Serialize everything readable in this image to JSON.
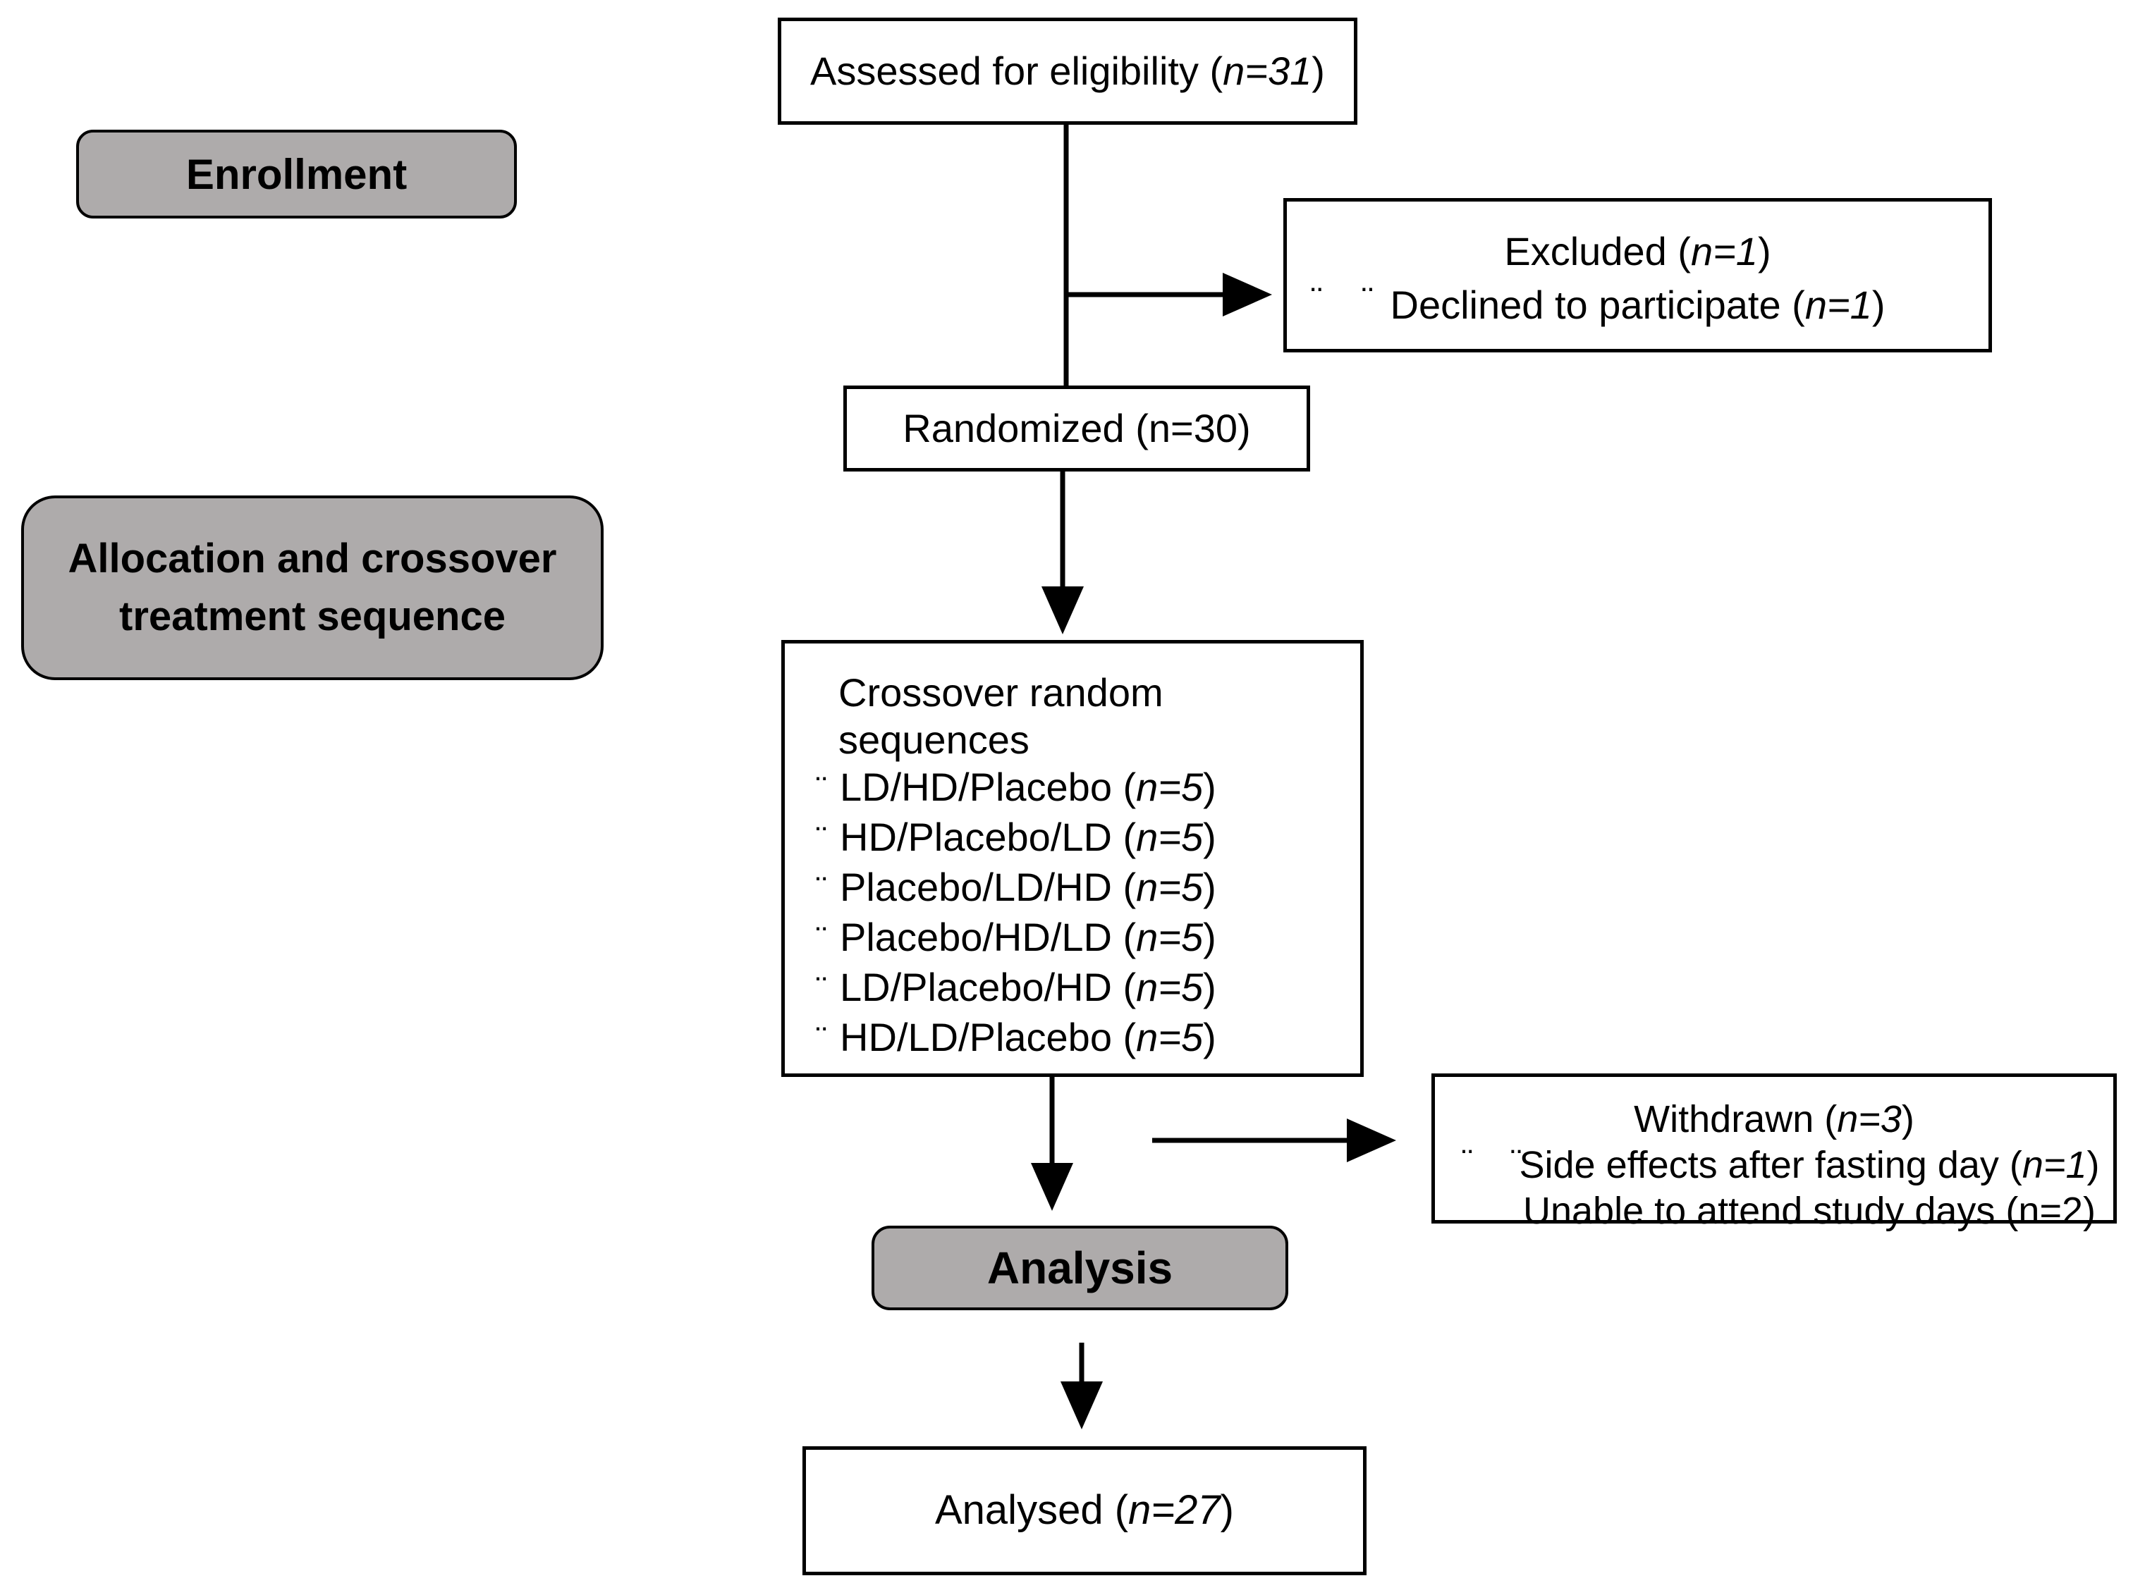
{
  "diagram": {
    "assessed": {
      "pre": "Assessed for eligibility (",
      "em": "n=31",
      "post": ")"
    },
    "enrollment_label": "Enrollment",
    "excluded": {
      "title_pre": "Excluded (",
      "title_em": "n=1",
      "title_post": ")",
      "bullets": "¨    ¨",
      "line_pre": "Declined to participate (",
      "line_em": "n=1",
      "line_post": ")"
    },
    "randomized_label": "Randomized (n=30)",
    "allocation_label_line1": "Allocation and crossover",
    "allocation_label_line2": "treatment sequence",
    "crossover": {
      "title": "Crossover random sequences",
      "items": [
        {
          "bullet": "¨",
          "pre": "LD/HD/Placebo (",
          "em": "n=5",
          "post": ")"
        },
        {
          "bullet": "¨",
          "pre": "HD/Placebo/LD (",
          "em": "n=5",
          "post": ")"
        },
        {
          "bullet": "¨",
          "pre": "Placebo/LD/HD (",
          "em": "n=5",
          "post": ")"
        },
        {
          "bullet": "¨",
          "pre": "Placebo/HD/LD (",
          "em": "n=5",
          "post": ")"
        },
        {
          "bullet": "¨",
          "pre": "LD/Placebo/HD (",
          "em": "n=5",
          "post": ")"
        },
        {
          "bullet": "¨",
          "pre": "HD/LD/Placebo (",
          "em": "n=5",
          "post": ")"
        }
      ]
    },
    "withdrawn": {
      "title_pre": "Withdrawn (",
      "title_em": "n=3",
      "title_post": ")",
      "bullets": "¨    ¨",
      "line1_pre": "Side effects after fasting day (",
      "line1_em": "n=1",
      "line1_post": ")",
      "line2": "Unable to attend study days (n=2)"
    },
    "analysis_label": "Analysis",
    "analysed": {
      "pre": "Analysed (",
      "em": "n=27",
      "post": ")"
    }
  },
  "colors": {
    "label_fill": "#aeabab",
    "line": "#000000",
    "background": "#ffffff"
  }
}
